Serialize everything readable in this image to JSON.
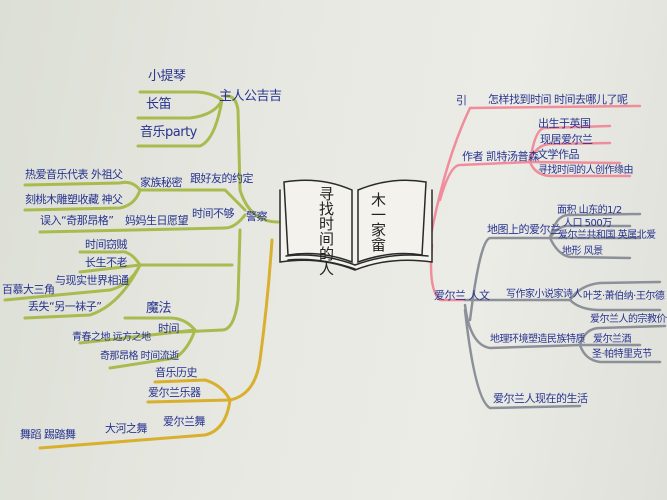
{
  "book": {
    "title": "寻找时间的人",
    "author": "木一家畲"
  },
  "colors": {
    "ink": "#27338f",
    "green": "#a9ba4e",
    "yellow": "#d8b02e",
    "pink": "#f08d9c",
    "gray": "#8c9099"
  },
  "left": {
    "protagonist": {
      "label": "主人公吉吉",
      "items": [
        "小提琴",
        "长笛",
        "音乐party"
      ]
    },
    "plot": {
      "label": "警察",
      "family": {
        "label": "家族秘密",
        "extra": "跟好友的约定",
        "items": [
          "热爱音乐代表 外祖父",
          "刻桃木雕塑收藏 神父"
        ]
      },
      "time": {
        "label": "时间不够",
        "wish": "妈妈生日愿望",
        "enter": "误入“奇那昂格”"
      },
      "thief": {
        "items": [
          "时间窃贼",
          "长生不老",
          "与现实世界相通",
          "百慕大三角",
          "丢失“另一袜子”"
        ]
      },
      "magic": {
        "items": [
          "魔法",
          "时间",
          "青春之地 远方之地",
          "奇那昂格 时间流逝"
        ]
      }
    },
    "music": {
      "items": [
        "音乐历史",
        "爱尔兰乐器",
        "爱尔兰舞",
        "大河之舞",
        "舞蹈 踢踏舞"
      ]
    }
  },
  "right": {
    "intro": {
      "label": "引",
      "text": "怎样找到时间  时间去哪儿了呢"
    },
    "author": {
      "label": "作者 凯特汤普森",
      "items": [
        "出生于英国",
        "现居爱尔兰",
        "文学作品",
        "寻找时间的人创作缘由"
      ]
    },
    "map": {
      "label": "地图上的爱尔兰",
      "items": [
        "面积 山东的1/2",
        "人口 500万",
        "爱尔兰共和国 英属北爱",
        "地形 风景"
      ]
    },
    "culture": {
      "label": "爱尔兰 人文",
      "writers": {
        "label": "写作家小说家诗人",
        "names": "叶芝·萧伯纳·王尔德"
      },
      "geo": {
        "label": "地理环境塑造民族特质",
        "items": [
          "爱尔兰人的宗教价值观",
          "爱尔兰酒",
          "圣·帕特里克节"
        ]
      },
      "life": "爱尔兰人现在的生活"
    }
  }
}
